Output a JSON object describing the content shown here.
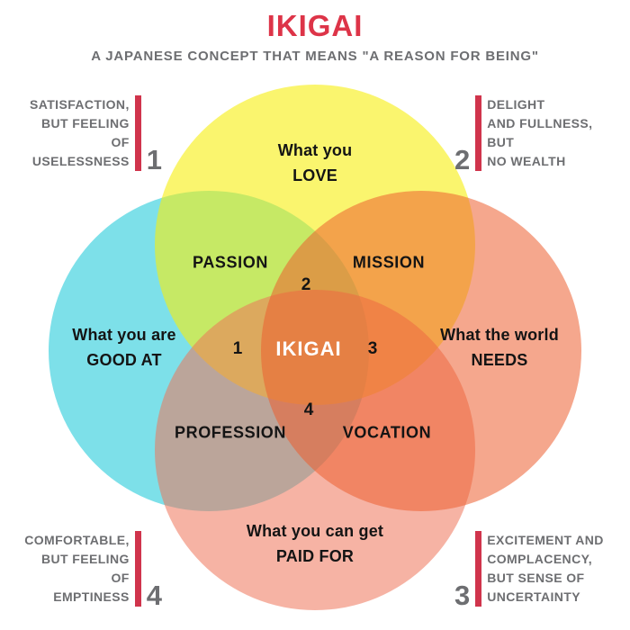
{
  "header": {
    "title": "IKIGAI",
    "subtitle": "A JAPANESE CONCEPT THAT MEANS \"A REASON FOR BEING\""
  },
  "colors": {
    "title_red": "#DD3448",
    "bar_red": "#D0344C",
    "gray_text": "#6D6E71",
    "black_text": "#141414",
    "center_text": "#FFFFFF",
    "circle_love_yellow": "#FAF56E",
    "circle_good_at_cyan": "#7DE0E9",
    "circle_needs_salmon": "#F5A78D",
    "circle_paid_for_pink": "#F6B3A4",
    "overlap_passion_green": "#BCE873",
    "overlap_mission_orange": "#F1A254",
    "overlap_profession_taupe": "#B5A99B",
    "overlap_vocation_coral": "#F28A72",
    "center_ikigai_orange": "#E08550"
  },
  "circles": {
    "love": {
      "line1": "What you",
      "line2": "LOVE"
    },
    "good_at": {
      "line1": "What you are",
      "line2": "GOOD AT"
    },
    "needs": {
      "line1": "What the world",
      "line2": "NEEDS"
    },
    "paid_for": {
      "line1": "What you can get",
      "line2": "PAID FOR"
    }
  },
  "overlaps": {
    "passion": "PASSION",
    "mission": "MISSION",
    "profession": "PROFESSION",
    "vocation": "VOCATION",
    "center": "IKIGAI",
    "n1": "1",
    "n2": "2",
    "n3": "3",
    "n4": "4"
  },
  "annotations": {
    "top_left": {
      "number": "1",
      "lines": [
        "SATISFACTION,",
        "BUT FEELING",
        "OF",
        "USELESSNESS"
      ]
    },
    "top_right": {
      "number": "2",
      "lines": [
        "DELIGHT",
        "AND FULLNESS,",
        "BUT",
        "NO WEALTH"
      ]
    },
    "bottom_left": {
      "number": "4",
      "lines": [
        "COMFORTABLE,",
        "BUT FEELING",
        "OF",
        "EMPTINESS"
      ]
    },
    "bottom_right": {
      "number": "3",
      "lines": [
        "EXCITEMENT AND",
        "COMPLACENCY,",
        "BUT SENSE OF",
        "UNCERTAINTY"
      ]
    }
  }
}
